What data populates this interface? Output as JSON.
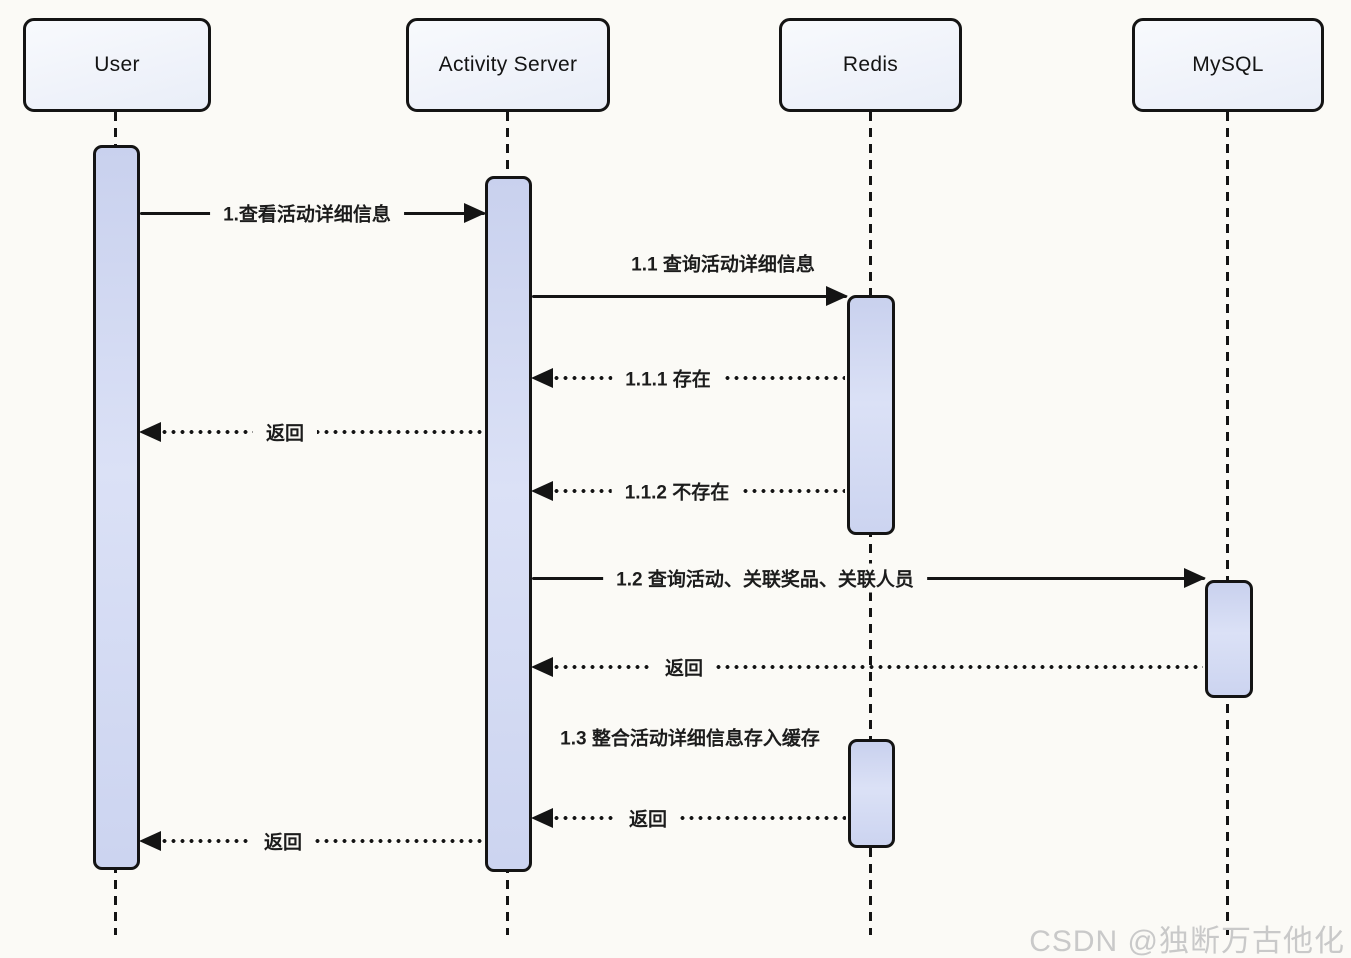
{
  "page": {
    "background": "#fbfaf6",
    "watermark": "CSDN @独断万古他化"
  },
  "diagram": {
    "type": "uml-sequence",
    "participants": [
      {
        "id": "user",
        "name": "User"
      },
      {
        "id": "activity-server",
        "name": "Activity Server"
      },
      {
        "id": "redis",
        "name": "Redis"
      },
      {
        "id": "mysql",
        "name": "MySQL"
      }
    ],
    "messages": [
      {
        "label": "1.查看活动详细信息",
        "from": "User",
        "to": "Activity Server",
        "style": "solid"
      },
      {
        "label": "1.1 查询活动详细信息",
        "from": "Activity Server",
        "to": "Redis",
        "style": "solid"
      },
      {
        "label": "1.1.1 存在",
        "from": "Redis",
        "to": "Activity Server",
        "style": "dotted"
      },
      {
        "label": "返回",
        "from": "Activity Server",
        "to": "User",
        "style": "dotted"
      },
      {
        "label": "1.1.2 不存在",
        "from": "Redis",
        "to": "Activity Server",
        "style": "dotted"
      },
      {
        "label": "1.2 查询活动、关联奖品、关联人员",
        "from": "Activity Server",
        "to": "MySQL",
        "style": "solid"
      },
      {
        "label": "返回",
        "from": "MySQL",
        "to": "Activity Server",
        "style": "dotted"
      },
      {
        "label": "1.3 整合活动详细信息存入缓存",
        "from": "Activity Server",
        "to": "Redis",
        "style": "label-only"
      },
      {
        "label": "返回",
        "from": "Redis",
        "to": "Activity Server",
        "style": "dotted"
      },
      {
        "label": "返回",
        "from": "Activity Server",
        "to": "User",
        "style": "dotted"
      }
    ],
    "colors": {
      "activation_fill": "#d3dbf4",
      "participant_fill": "#f2f5fb",
      "line": "#141414",
      "watermark": "#c9c9c9"
    }
  }
}
